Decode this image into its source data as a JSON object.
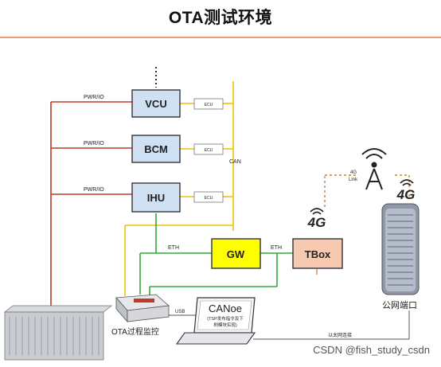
{
  "title": "OTA测试环境",
  "nodes": {
    "vcu": "VCU",
    "bcm": "BCM",
    "ihu": "IHU",
    "gw": "GW",
    "tbox": "TBox",
    "canoe": "CANoe",
    "canoe_sub_1": "(TSP发布指令及下",
    "canoe_sub_2": "刷模块实现)"
  },
  "labels": {
    "pwr_io": "PWR/IO",
    "can": "CAN",
    "eth": "ETH",
    "usb": "USB",
    "link_4g": "4G",
    "link_4g_2": "Link",
    "signal_4g": "4G",
    "ota_monitor": "OTA过程监控",
    "server": "公网端口",
    "ethernet": "以太网连接",
    "small_box": "ECU"
  },
  "watermark": "CSDN @fish_study_csdn",
  "colors": {
    "power": "#c0392b",
    "can": "#f2c200",
    "eth": "#2eaa3c",
    "ecu_box": "#cfe0f3",
    "gw": "#ffff00",
    "tbox": "#f7c9b0",
    "divider": "#f09a70"
  }
}
